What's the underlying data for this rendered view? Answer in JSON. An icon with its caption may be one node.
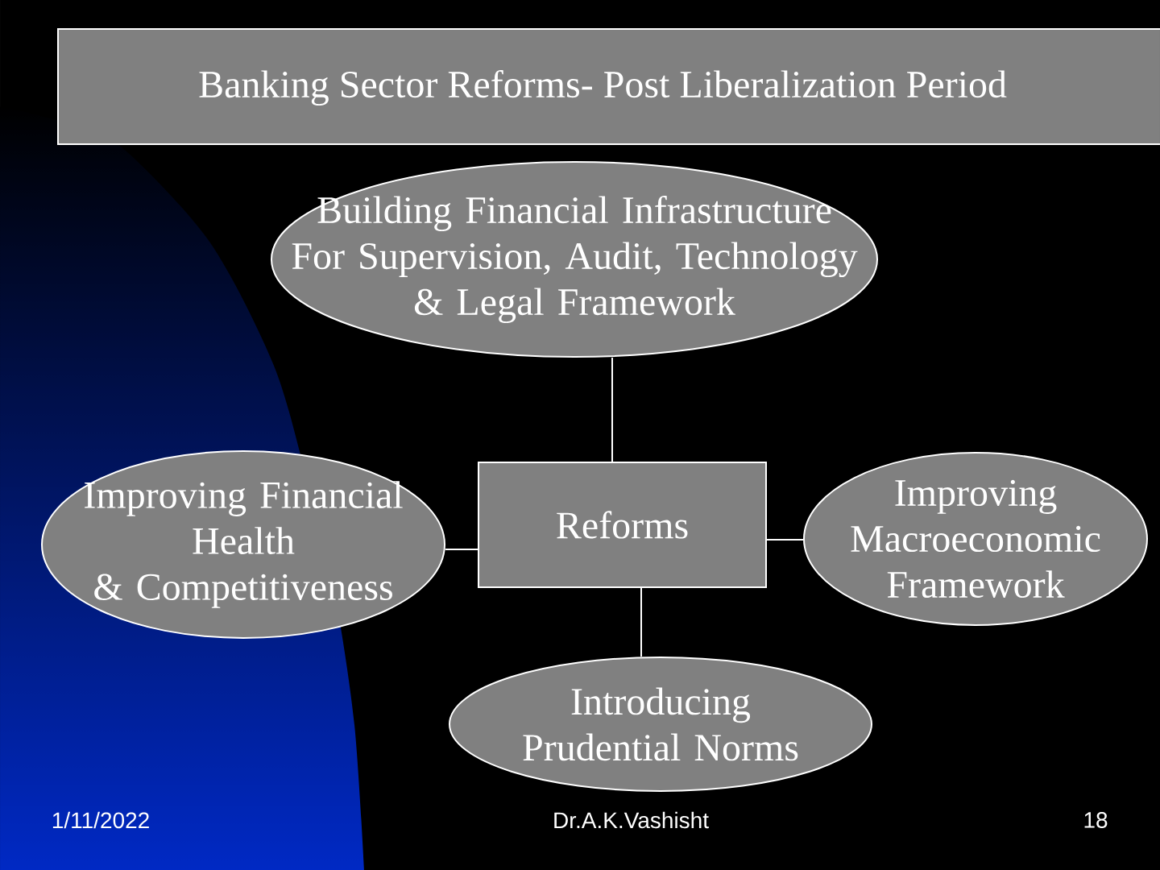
{
  "diagram": {
    "title": "Banking Sector Reforms- Post Liberalization Period",
    "nodes": [
      {
        "text": [
          "Building Financial Infrastructure For Supervision, Audit, Technology & Legal Framework"
        ]
      },
      {
        "text": [
          "Improving Financial Health & Competitiveness"
        ]
      },
      {
        "text": [
          "Reforms"
        ]
      },
      {
        "text": [
          "Improving Macroeconomic Framework"
        ]
      },
      {
        "text": [
          "Introducing Prudential Norms"
        ]
      }
    ],
    "edges": [
      {
        "from": 0,
        "to": 2,
        "arrow": "none"
      },
      {
        "from": 1,
        "to": 2,
        "arrow": "none"
      },
      {
        "from": 2,
        "to": 3,
        "arrow": "none"
      },
      {
        "from": 2,
        "to": 4,
        "arrow": "none"
      }
    ],
    "labels": [
      "1/11/2022",
      "Dr.A.K.Vashisht",
      "18"
    ]
  }
}
